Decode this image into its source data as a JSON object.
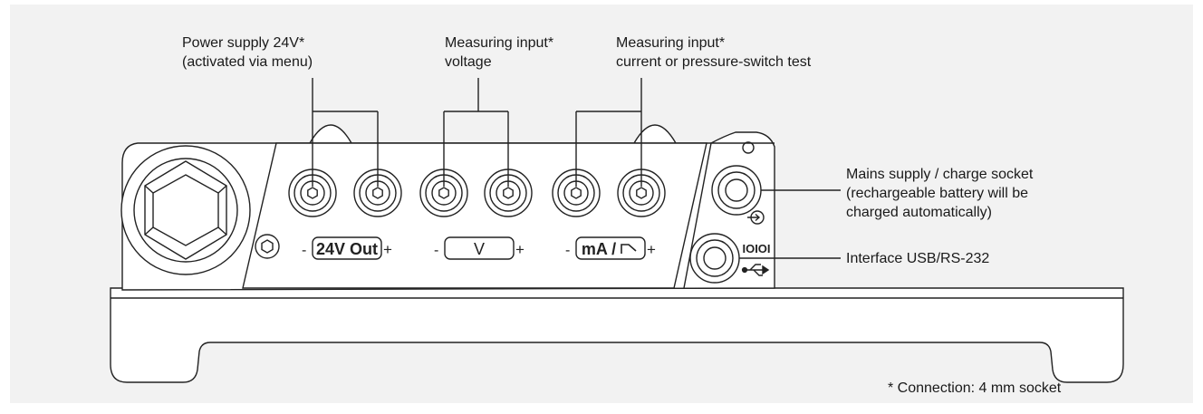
{
  "callouts": {
    "power_supply": {
      "line1": "Power supply 24V*",
      "line2": "(activated via menu)"
    },
    "voltage_input": {
      "line1": "Measuring input*",
      "line2": "voltage"
    },
    "current_input": {
      "line1": "Measuring input*",
      "line2": "current or pressure-switch test"
    },
    "mains_supply": {
      "line1": "Mains supply / charge socket",
      "line2": "(rechargeable battery will be",
      "line3": "charged automatically)"
    },
    "interface": {
      "line1": "Interface USB/RS-232"
    }
  },
  "panel_markings": {
    "out_24v": "24V Out",
    "voltage": "V",
    "current": "mA /",
    "minus": "-",
    "plus": "+",
    "data_symbol": "IOIOI"
  },
  "footnote": "* Connection: 4 mm socket",
  "colors": {
    "background": "#f2f2f2",
    "stroke": "#222222",
    "device_fill": "#ffffff"
  }
}
